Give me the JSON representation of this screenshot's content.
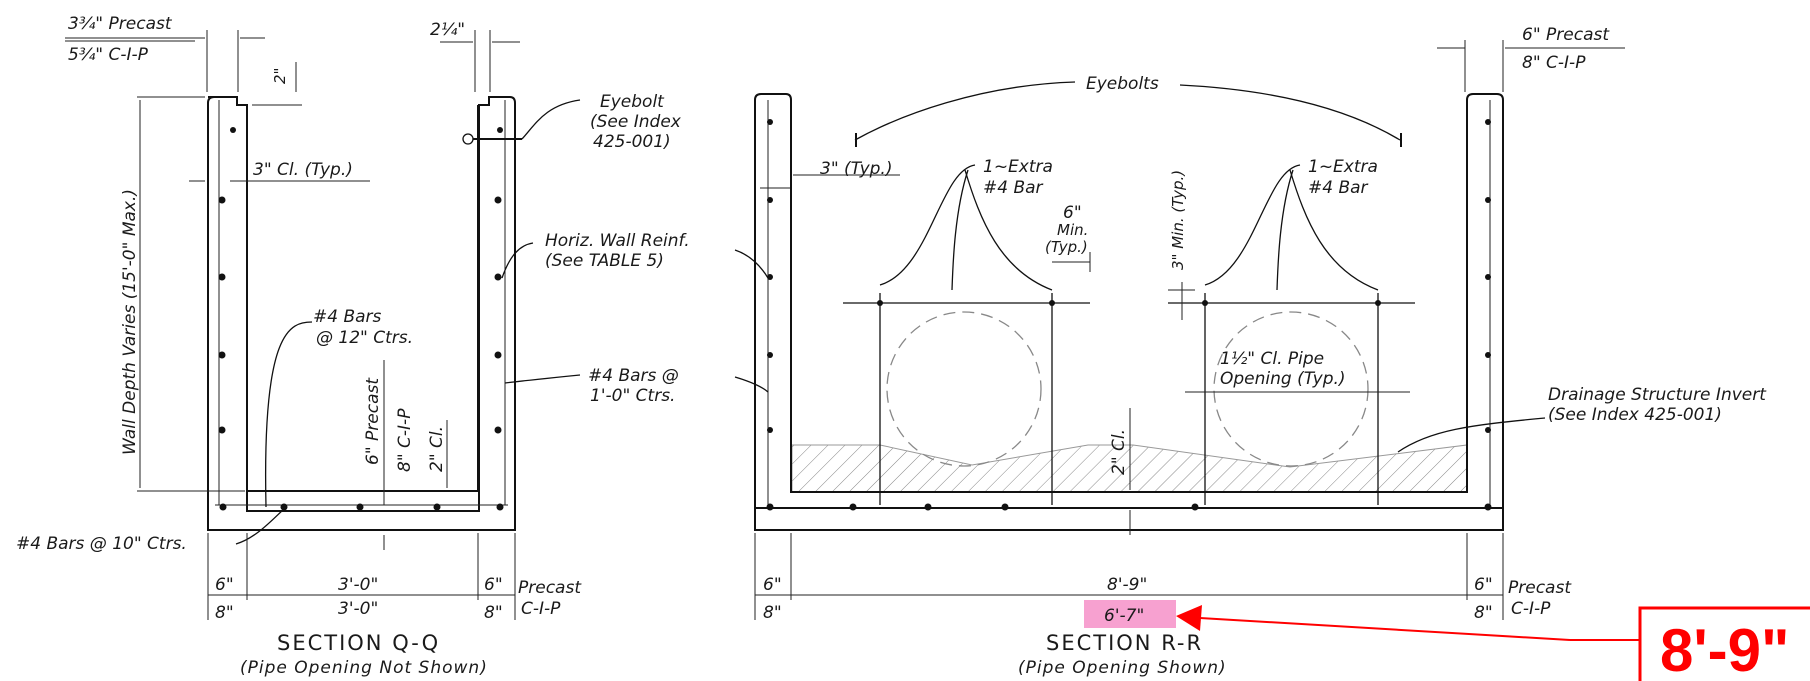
{
  "section_q": {
    "top_left_precast": "3¾\" Precast",
    "top_left_cip": "5¾\" C-I-P",
    "top_right_dim": "2¼\"",
    "notch_dim": "2\"",
    "eyebolt": "Eyebolt",
    "eyebolt_ref1": "(See Index",
    "eyebolt_ref2": "425-001)",
    "clear_typ": "3\" Cl. (Typ.)",
    "wall_depth": "Wall Depth Varies (15'-0\" Max.)",
    "horiz_reinf1": "Horiz. Wall Reinf.",
    "horiz_reinf2": "(See TABLE 5)",
    "bars12_1": "#4 Bars",
    "bars12_2": "@ 12\" Ctrs.",
    "slab_precast": "6\" Precast",
    "slab_cip": "8\" C-I-P",
    "slab_clear": "2\" Cl.",
    "bars_1ft_1": "#4 Bars @",
    "bars_1ft_2": "1'-0\" Ctrs.",
    "bars10": "#4 Bars @ 10\" Ctrs.",
    "bot_left_top": "6\"",
    "bot_left_bot": "8\"",
    "bot_mid_top": "3'-0\"",
    "bot_mid_bot": "3'-0\"",
    "bot_right_top": "6\"",
    "bot_right_bot": "8\"",
    "precast": "Precast",
    "cip": "C-I-P",
    "title": "SECTION Q-Q",
    "subtitle": "(Pipe Opening Not Shown)"
  },
  "section_r": {
    "top_right_precast": "6\" Precast",
    "top_right_cip": "8\" C-I-P",
    "eyebolts": "Eyebolts",
    "typ3": "3\" (Typ.)",
    "extra_bar_a1": "1~Extra",
    "extra_bar_a2": "#4 Bar",
    "min6_1": "6\"",
    "min6_2": "Min.",
    "min6_3": "(Typ.)",
    "min3": "3\" Min. (Typ.)",
    "extra_bar_b1": "1~Extra",
    "extra_bar_b2": "#4 Bar",
    "pipe_clear1": "1½\" Cl. Pipe",
    "pipe_clear2": "Opening (Typ.)",
    "invert1": "Drainage Structure Invert",
    "invert2": "(See Index 425-001)",
    "slab_clear": "2\" Cl.",
    "bot_left_top": "6\"",
    "bot_left_bot": "8\"",
    "bot_mid_top": "8'-9\"",
    "bot_mid_bot": "6'-7\"",
    "bot_right_top": "6\"",
    "bot_right_bot": "8\"",
    "precast": "Precast",
    "cip": "C-I-P",
    "title": "SECTION R-R",
    "subtitle": "(Pipe Opening Shown)"
  },
  "annotation": {
    "callout": "8'-9\"",
    "highlight_color": "#f7a1d0",
    "callout_color": "#ff0000"
  }
}
